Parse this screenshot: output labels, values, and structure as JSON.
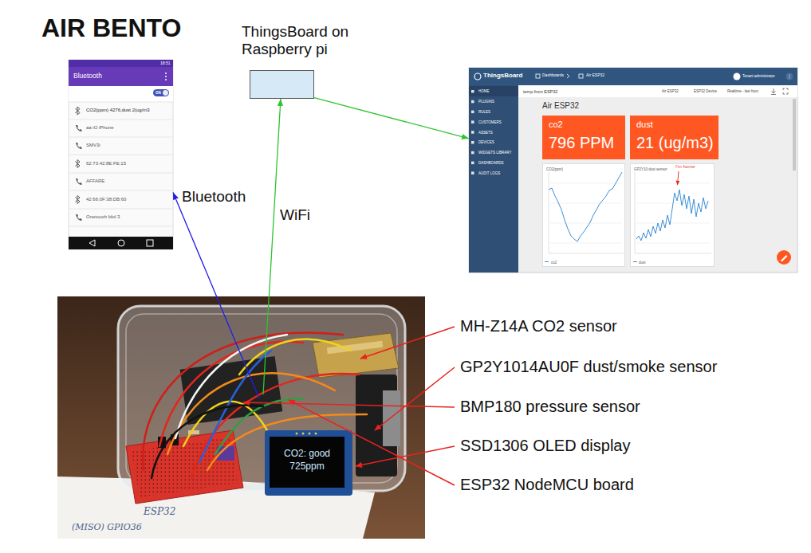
{
  "diagram": {
    "title": "AIR BENTO",
    "nodes": [
      {
        "text": [
          "18:51",
          "Bluetooth",
          "ON",
          "CO2(ppm) 4276,dust 2(ug/m3",
          "aa iO iPhone",
          "SMV3i",
          "62:73:42:8E:FE:15",
          "AFFARE",
          "42:66:0F:38:DB:60",
          "Onetouch Idol 3"
        ]
      },
      {
        "text": [
          "ThingsBoard on Raspberry pi"
        ]
      },
      {
        "text": [
          "ThingsBoard",
          "Dashboards",
          "Air ESP32",
          "Tenant administrator",
          "HOME",
          "PLUGINS",
          "RULES",
          "CUSTOMERS",
          "ASSETS",
          "DEVICES",
          "WIDGETS LIBRARY",
          "DASHBOARDS",
          "AUDIT LOGS",
          "temp from ESP32",
          "Air ESP32",
          "ESP32 Device",
          "Realtime - last hour",
          "Air ESP32"
        ]
      },
      {
        "text": [
          "co2",
          "796 PPM"
        ],
        "in": 2
      },
      {
        "text": [
          "dust",
          "21 (ug/m3)"
        ],
        "in": 2
      },
      {
        "text": [
          "CO2(ppm)",
          "co2"
        ],
        "in": 2
      },
      {
        "text": [
          "GP2Y10 dust sensor",
          "I'm home",
          "dust"
        ],
        "in": 2
      },
      {
        "text": [
          "ESP32",
          "(MISO) GPIO36"
        ]
      },
      {
        "text": [
          "CO2: good 725ppm"
        ],
        "in": 7
      }
    ],
    "edges": [
      {
        "from": 7,
        "to": 0,
        "arrow": "to",
        "label": "Bluetooth"
      },
      {
        "from": 7,
        "to": 1,
        "arrow": "to",
        "label": "WiFi"
      },
      {
        "from": 1,
        "to": 2,
        "arrow": "to"
      }
    ],
    "labels": [
      "MH-Z14A CO2 sensor",
      "GP2Y1014AU0F dust/smoke sensor",
      "BMP180 pressure sensor",
      "SSD1306 OLED display",
      "ESP32 NodeMCU board"
    ]
  }
}
